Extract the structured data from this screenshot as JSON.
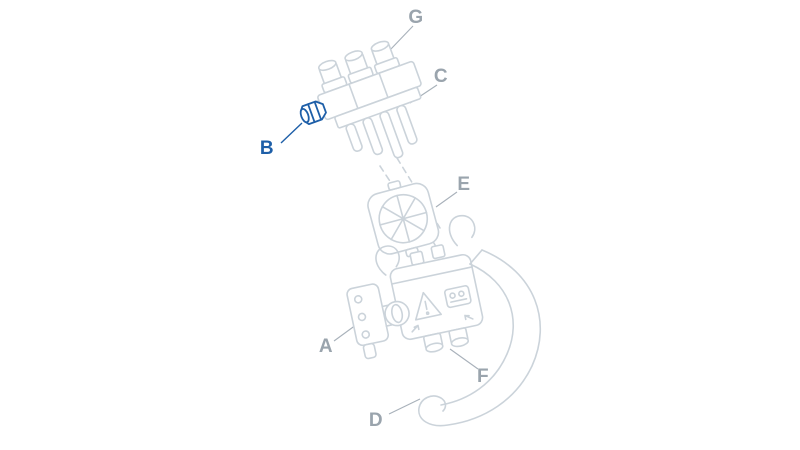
{
  "diagram": {
    "type": "exploded-parts-diagram",
    "selected_part": "B",
    "labels": [
      {
        "id": "A",
        "text": "A"
      },
      {
        "id": "B",
        "text": "B"
      },
      {
        "id": "C",
        "text": "C"
      },
      {
        "id": "D",
        "text": "D"
      },
      {
        "id": "E",
        "text": "E"
      },
      {
        "id": "F",
        "text": "F"
      },
      {
        "id": "G",
        "text": "G"
      }
    ],
    "colors": {
      "line": "#cbd3da",
      "label": "#9aa4ad",
      "highlight": "#1e5fa8",
      "background": "#ffffff"
    }
  }
}
